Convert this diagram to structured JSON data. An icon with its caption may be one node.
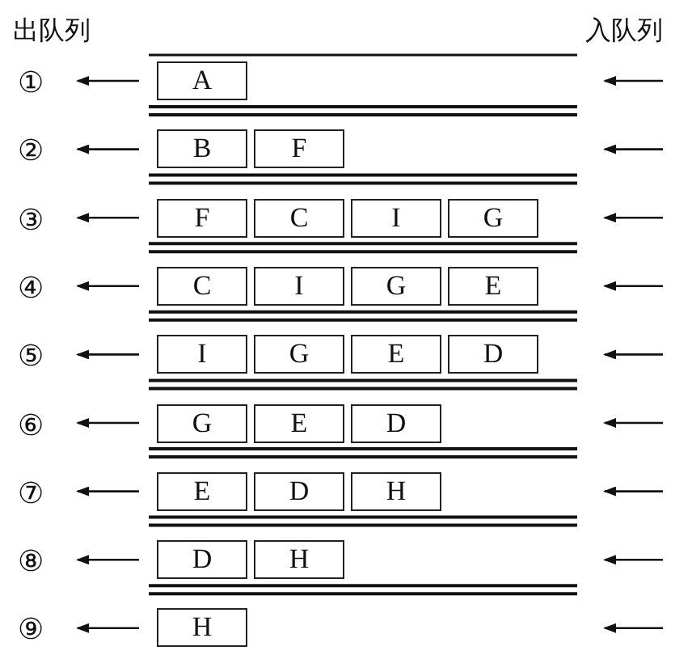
{
  "diagram": {
    "nodes": [
      {
        "text": [
          "A"
        ]
      },
      {
        "text": [
          "B"
        ]
      },
      {
        "text": [
          "F"
        ]
      },
      {
        "text": [
          "F"
        ]
      },
      {
        "text": [
          "C"
        ]
      },
      {
        "text": [
          "I"
        ]
      },
      {
        "text": [
          "G"
        ]
      },
      {
        "text": [
          "C"
        ]
      },
      {
        "text": [
          "I"
        ]
      },
      {
        "text": [
          "G"
        ]
      },
      {
        "text": [
          "E"
        ]
      },
      {
        "text": [
          "I"
        ]
      },
      {
        "text": [
          "G"
        ]
      },
      {
        "text": [
          "E"
        ]
      },
      {
        "text": [
          "D"
        ]
      },
      {
        "text": [
          "G"
        ]
      },
      {
        "text": [
          "E"
        ]
      },
      {
        "text": [
          "D"
        ]
      },
      {
        "text": [
          "E"
        ]
      },
      {
        "text": [
          "D"
        ]
      },
      {
        "text": [
          "H"
        ]
      },
      {
        "text": [
          "D"
        ]
      },
      {
        "text": [
          "H"
        ]
      },
      {
        "text": [
          "H"
        ]
      }
    ],
    "labels": [
      "出队列",
      "入队列",
      "①",
      "②",
      "③",
      "④",
      "⑤",
      "⑥",
      "⑦",
      "⑧",
      "⑨"
    ]
  }
}
